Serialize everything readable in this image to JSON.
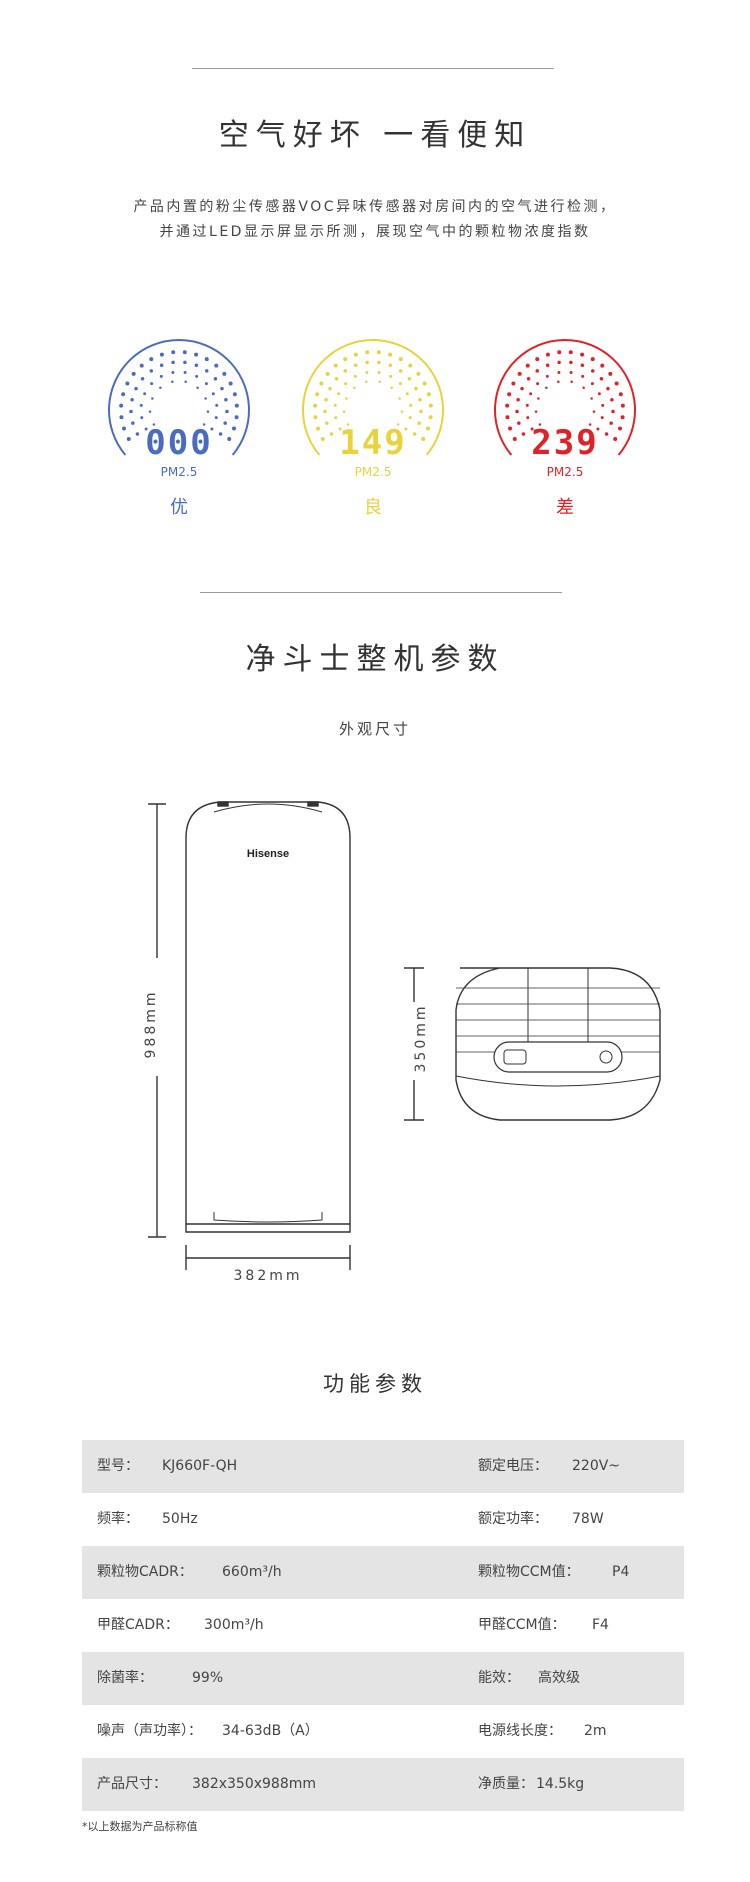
{
  "section1": {
    "title": "空气好坏 一看便知",
    "description_line1": "产品内置的粉尘传感器VOC异味传感器对房间内的空气进行检测，",
    "description_line2": "并通过LED显示屏显示所测，展现空气中的颗粒物浓度指数"
  },
  "gauges": [
    {
      "value": "000",
      "unit": "PM2.5",
      "level": "优",
      "color": "#4a6cc0"
    },
    {
      "value": "149",
      "unit": "PM2.5",
      "level": "良",
      "color": "#e8d33a"
    },
    {
      "value": "239",
      "unit": "PM2.5",
      "level": "差",
      "color": "#e02228"
    }
  ],
  "section2": {
    "title": "净斗士整机参数",
    "appearance_label": "外观尺寸",
    "brand": "Hisense",
    "height_label": "988mm",
    "width_label": "382mm",
    "depth_label": "350mm"
  },
  "section3": {
    "title": "功能参数",
    "rows": [
      {
        "l_label": "型号：",
        "l_value": "KJ660F-QH",
        "r_label": "额定电压：",
        "r_value": "220V~"
      },
      {
        "l_label": "频率：",
        "l_value": "50Hz",
        "r_label": "额定功率：",
        "r_value": "78W"
      },
      {
        "l_label": "颗粒物CADR：",
        "l_value": "660m³/h",
        "r_label": "颗粒物CCM值：",
        "r_value": "P4"
      },
      {
        "l_label": "甲醛CADR：",
        "l_value": "300m³/h",
        "r_label": "甲醛CCM值：",
        "r_value": "F4"
      },
      {
        "l_label": "除菌率：",
        "l_value": "99%",
        "r_label": "能效：",
        "r_value": "高效级"
      },
      {
        "l_label": "噪声（声功率）：",
        "l_value": "34-63dB（A）",
        "r_label": "电源线长度：",
        "r_value": "2m"
      },
      {
        "l_label": "产品尺寸：",
        "l_value": "382x350x988mm",
        "r_label": "净质量：",
        "r_value": "14.5kg"
      }
    ],
    "note": "*以上数据为产品标称值"
  }
}
